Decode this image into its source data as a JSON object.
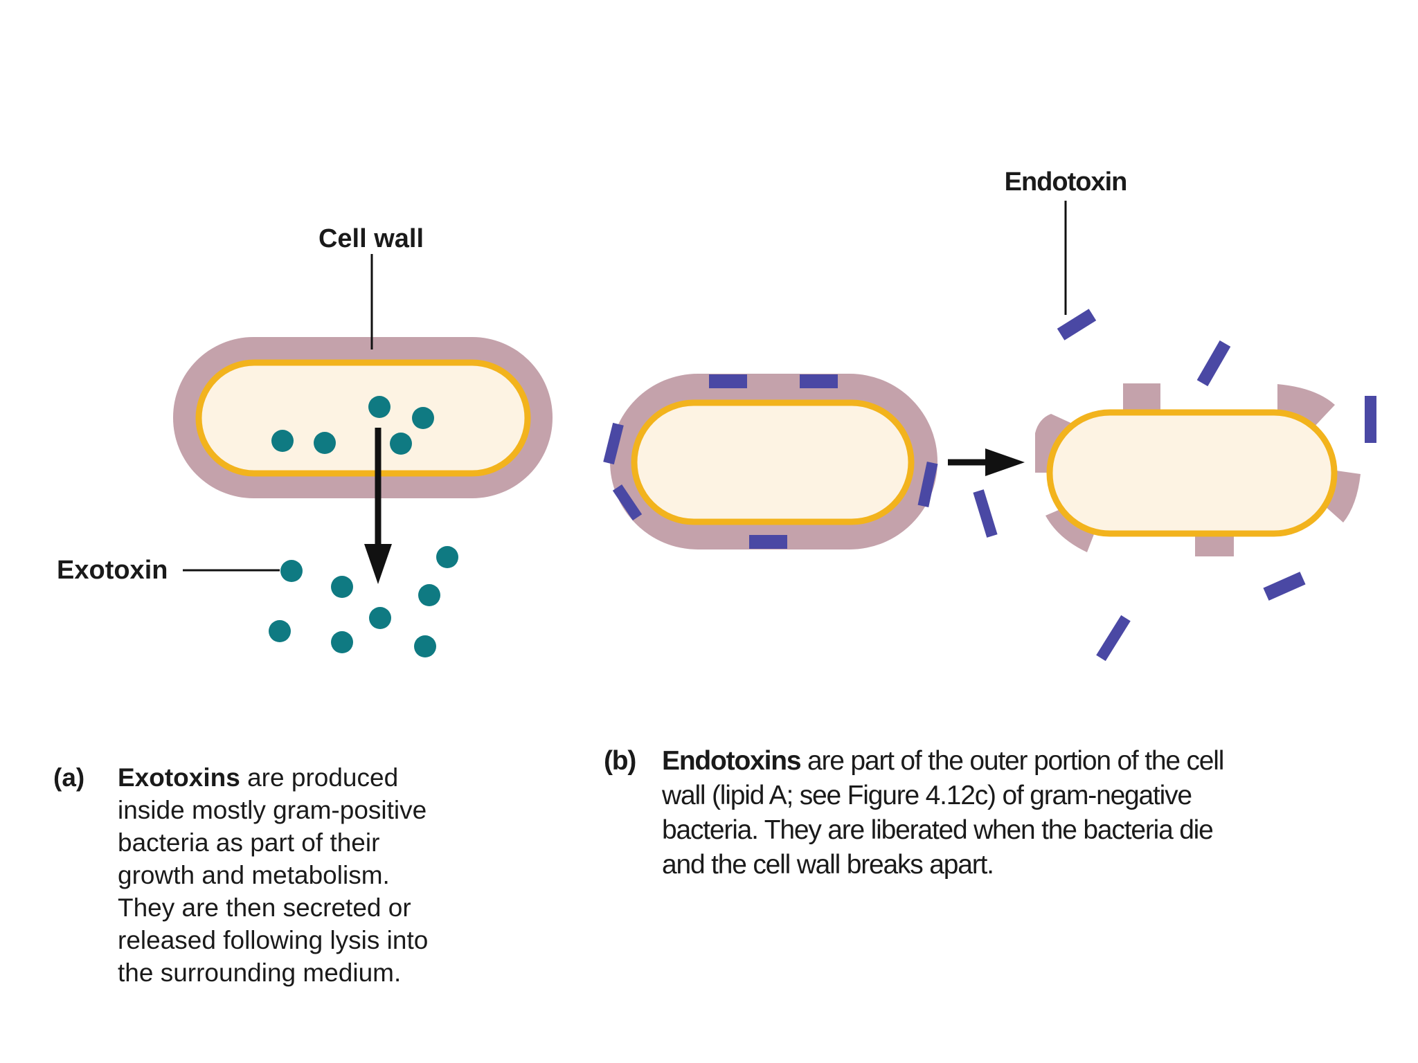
{
  "labels": {
    "cell_wall": "Cell wall",
    "exotoxin": "Exotoxin",
    "endotoxin": "Endotoxin"
  },
  "caption_a": {
    "tag": "(a)",
    "term": "Exotoxins",
    "first_line_rest": " are produced",
    "lines": [
      "inside mostly gram-positive",
      "bacteria as part of their",
      "growth and metabolism.",
      "They are then secreted or",
      "released following lysis into",
      "the surrounding medium."
    ]
  },
  "caption_b": {
    "tag": "(b)",
    "term": "Endotoxins",
    "first_line_rest": " are part of the outer portion of the cell",
    "lines": [
      "wall (lipid A; see Figure 4.12c) of gram-negative",
      "bacteria.  They are liberated when the bacteria die",
      "and the cell wall breaks apart."
    ]
  },
  "colors": {
    "cell_wall": "#c4a2ab",
    "membrane": "#f2b31d",
    "cytoplasm": "#fdf3e3",
    "exotoxin": "#0f7a82",
    "endotoxin": "#4a48a4",
    "line": "#111111"
  }
}
